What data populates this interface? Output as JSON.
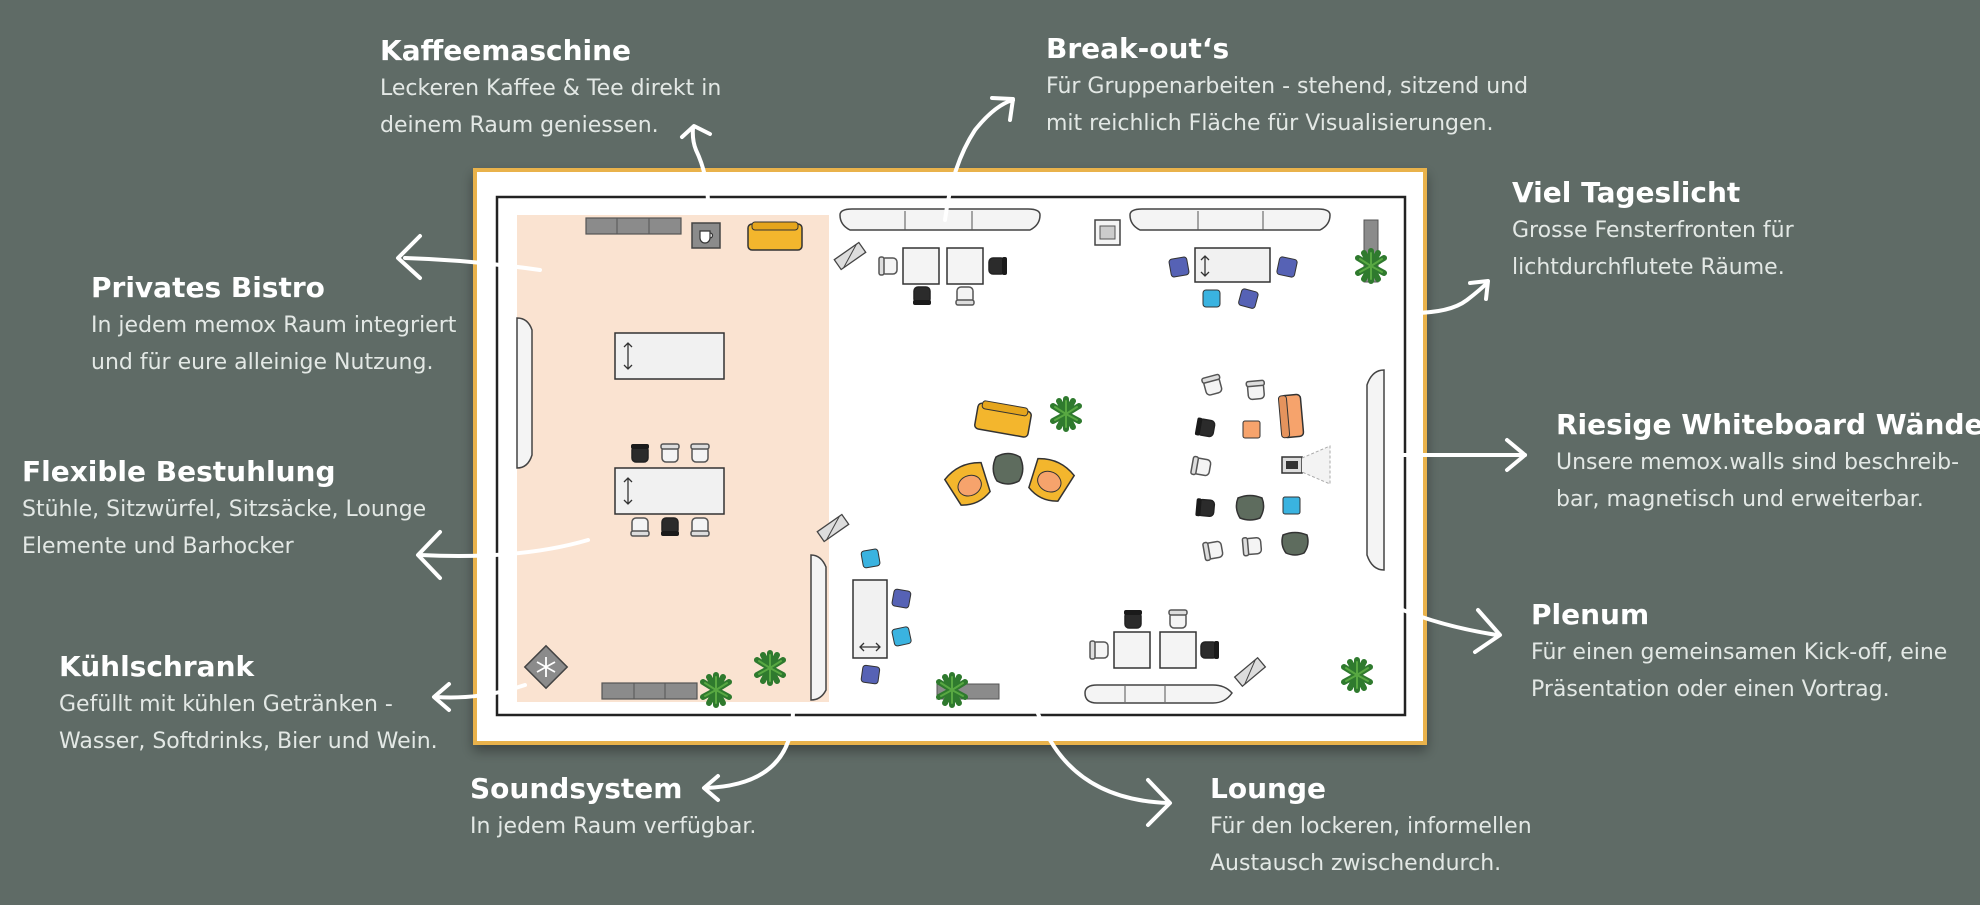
{
  "annotations": [
    {
      "id": "kaffeemaschine",
      "title": "Kaffeemaschine",
      "lines": [
        "Leckeren Kaffee & Tee direkt in",
        "deinem Raum geniessen."
      ]
    },
    {
      "id": "break-outs",
      "title": "Break-out‘s",
      "lines": [
        "Für Gruppenarbeiten - stehend, sitzend und",
        "mit reichlich Fläche für Visualisierungen."
      ]
    },
    {
      "id": "viel-tageslicht",
      "title": "Viel Tageslicht",
      "lines": [
        "Grosse Fensterfronten für",
        "lichtdurchflutete Räume."
      ]
    },
    {
      "id": "privates-bistro",
      "title": "Privates Bistro",
      "lines": [
        "In jedem memox Raum integriert",
        "und für eure alleinige Nutzung."
      ]
    },
    {
      "id": "riesige-whiteboard-waende",
      "title": "Riesige Whiteboard Wände",
      "lines": [
        "Unsere memox.walls sind beschreib-",
        "bar, magnetisch und erweiterbar."
      ]
    },
    {
      "id": "flexible-bestuhlung",
      "title": "Flexible Bestuhlung",
      "lines": [
        "Stühle, Sitzwürfel, Sitzsäcke, Lounge",
        "Elemente und Barhocker"
      ]
    },
    {
      "id": "plenum",
      "title": "Plenum",
      "lines": [
        "Für einen gemeinsamen Kick-off, eine",
        "Präsentation oder einen Vortrag."
      ]
    },
    {
      "id": "kuehlschrank",
      "title": "Kühlschrank",
      "lines": [
        "Gefüllt mit kühlen Getränken -",
        "Wasser, Softdrinks, Bier und Wein."
      ]
    },
    {
      "id": "soundsystem",
      "title": "Soundsystem",
      "lines": [
        "In jedem Raum verfügbar."
      ]
    },
    {
      "id": "lounge",
      "title": "Lounge",
      "lines": [
        "Für den lockeren, informellen",
        "Austausch zwischendurch."
      ]
    }
  ],
  "colors": {
    "background": "#5f6b66",
    "frame_border": "#e9b24c",
    "bistro_floor": "#fae3d1",
    "accent_yellow": "#f3b62d",
    "accent_orange": "#f6a36c",
    "cube_blue": "#3ab3e0",
    "cube_purple": "#5662b5",
    "beanbag_green": "#5e6c5e",
    "plant_green": "#2f7a2e",
    "chair_black": "#2b2b2b",
    "chair_white": "#f4f4f4"
  },
  "icons": {
    "coffee_machine": "coffee-machine-icon",
    "fridge": "snowflake-fridge-icon",
    "plant": "plant-icon",
    "projector": "projector-icon"
  }
}
